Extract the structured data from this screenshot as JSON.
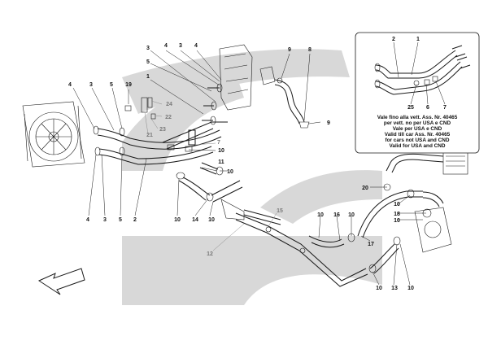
{
  "callouts": [
    {
      "id": "c1",
      "text": "4",
      "style": "dark"
    },
    {
      "id": "c2",
      "text": "3",
      "style": "dark"
    },
    {
      "id": "c3",
      "text": "5",
      "style": "dark"
    },
    {
      "id": "c4",
      "text": "19",
      "style": "dark"
    },
    {
      "id": "c5",
      "text": "1",
      "style": "dark"
    },
    {
      "id": "c6",
      "text": "3",
      "style": "dark"
    },
    {
      "id": "c7",
      "text": "5",
      "style": "dark"
    },
    {
      "id": "c8",
      "text": "4",
      "style": "dark"
    },
    {
      "id": "c9",
      "text": "3",
      "style": "dark"
    },
    {
      "id": "c10",
      "text": "4",
      "style": "dark"
    },
    {
      "id": "c11",
      "text": "9",
      "style": "dark"
    },
    {
      "id": "c12",
      "text": "8",
      "style": "dark"
    },
    {
      "id": "c13",
      "text": "9",
      "style": "dark"
    },
    {
      "id": "c14",
      "text": "24",
      "style": "grey"
    },
    {
      "id": "c15",
      "text": "22",
      "style": "grey"
    },
    {
      "id": "c16",
      "text": "23",
      "style": "grey"
    },
    {
      "id": "c17",
      "text": "21",
      "style": "grey"
    },
    {
      "id": "c18",
      "text": "7",
      "style": "grey"
    },
    {
      "id": "c19",
      "text": "10",
      "style": "dark"
    },
    {
      "id": "c20",
      "text": "11",
      "style": "dark"
    },
    {
      "id": "c21",
      "text": "10",
      "style": "dark"
    },
    {
      "id": "c22",
      "text": "4",
      "style": "dark"
    },
    {
      "id": "c23",
      "text": "3",
      "style": "dark"
    },
    {
      "id": "c24",
      "text": "5",
      "style": "dark"
    },
    {
      "id": "c25",
      "text": "2",
      "style": "dark"
    },
    {
      "id": "c26",
      "text": "10",
      "style": "dark"
    },
    {
      "id": "c27",
      "text": "14",
      "style": "dark"
    },
    {
      "id": "c28",
      "text": "10",
      "style": "dark"
    },
    {
      "id": "c29",
      "text": "15",
      "style": "grey"
    },
    {
      "id": "c30",
      "text": "12",
      "style": "grey"
    },
    {
      "id": "c31",
      "text": "10",
      "style": "dark"
    },
    {
      "id": "c32",
      "text": "16",
      "style": "dark"
    },
    {
      "id": "c33",
      "text": "10",
      "style": "dark"
    },
    {
      "id": "c34",
      "text": "17",
      "style": "dark"
    },
    {
      "id": "c35",
      "text": "20",
      "style": "dark"
    },
    {
      "id": "c36",
      "text": "10",
      "style": "dark"
    },
    {
      "id": "c37",
      "text": "18",
      "style": "dark"
    },
    {
      "id": "c38",
      "text": "10",
      "style": "dark"
    },
    {
      "id": "c39",
      "text": "10",
      "style": "dark"
    },
    {
      "id": "c40",
      "text": "13",
      "style": "dark"
    },
    {
      "id": "c41",
      "text": "10",
      "style": "dark"
    },
    {
      "id": "c42",
      "text": "2",
      "style": "dark"
    },
    {
      "id": "c43",
      "text": "1",
      "style": "dark"
    },
    {
      "id": "c44",
      "text": "25",
      "style": "dark"
    },
    {
      "id": "c45",
      "text": "6",
      "style": "dark"
    },
    {
      "id": "c46",
      "text": "7",
      "style": "dark"
    }
  ],
  "inset_note": [
    "Vale fino alla vett. Ass. Nr. 40465",
    "per vett. no per USA e CND",
    "Vale per USA e CND",
    "Valid till car Ass. Nr. 40465",
    "for cars not USA and CND",
    "Valid for USA and CND"
  ],
  "colors": {
    "background": "#ffffff",
    "line": "#1a1a1a",
    "shade": "#d6d6d6",
    "grey_label": "#7a7a7a"
  }
}
